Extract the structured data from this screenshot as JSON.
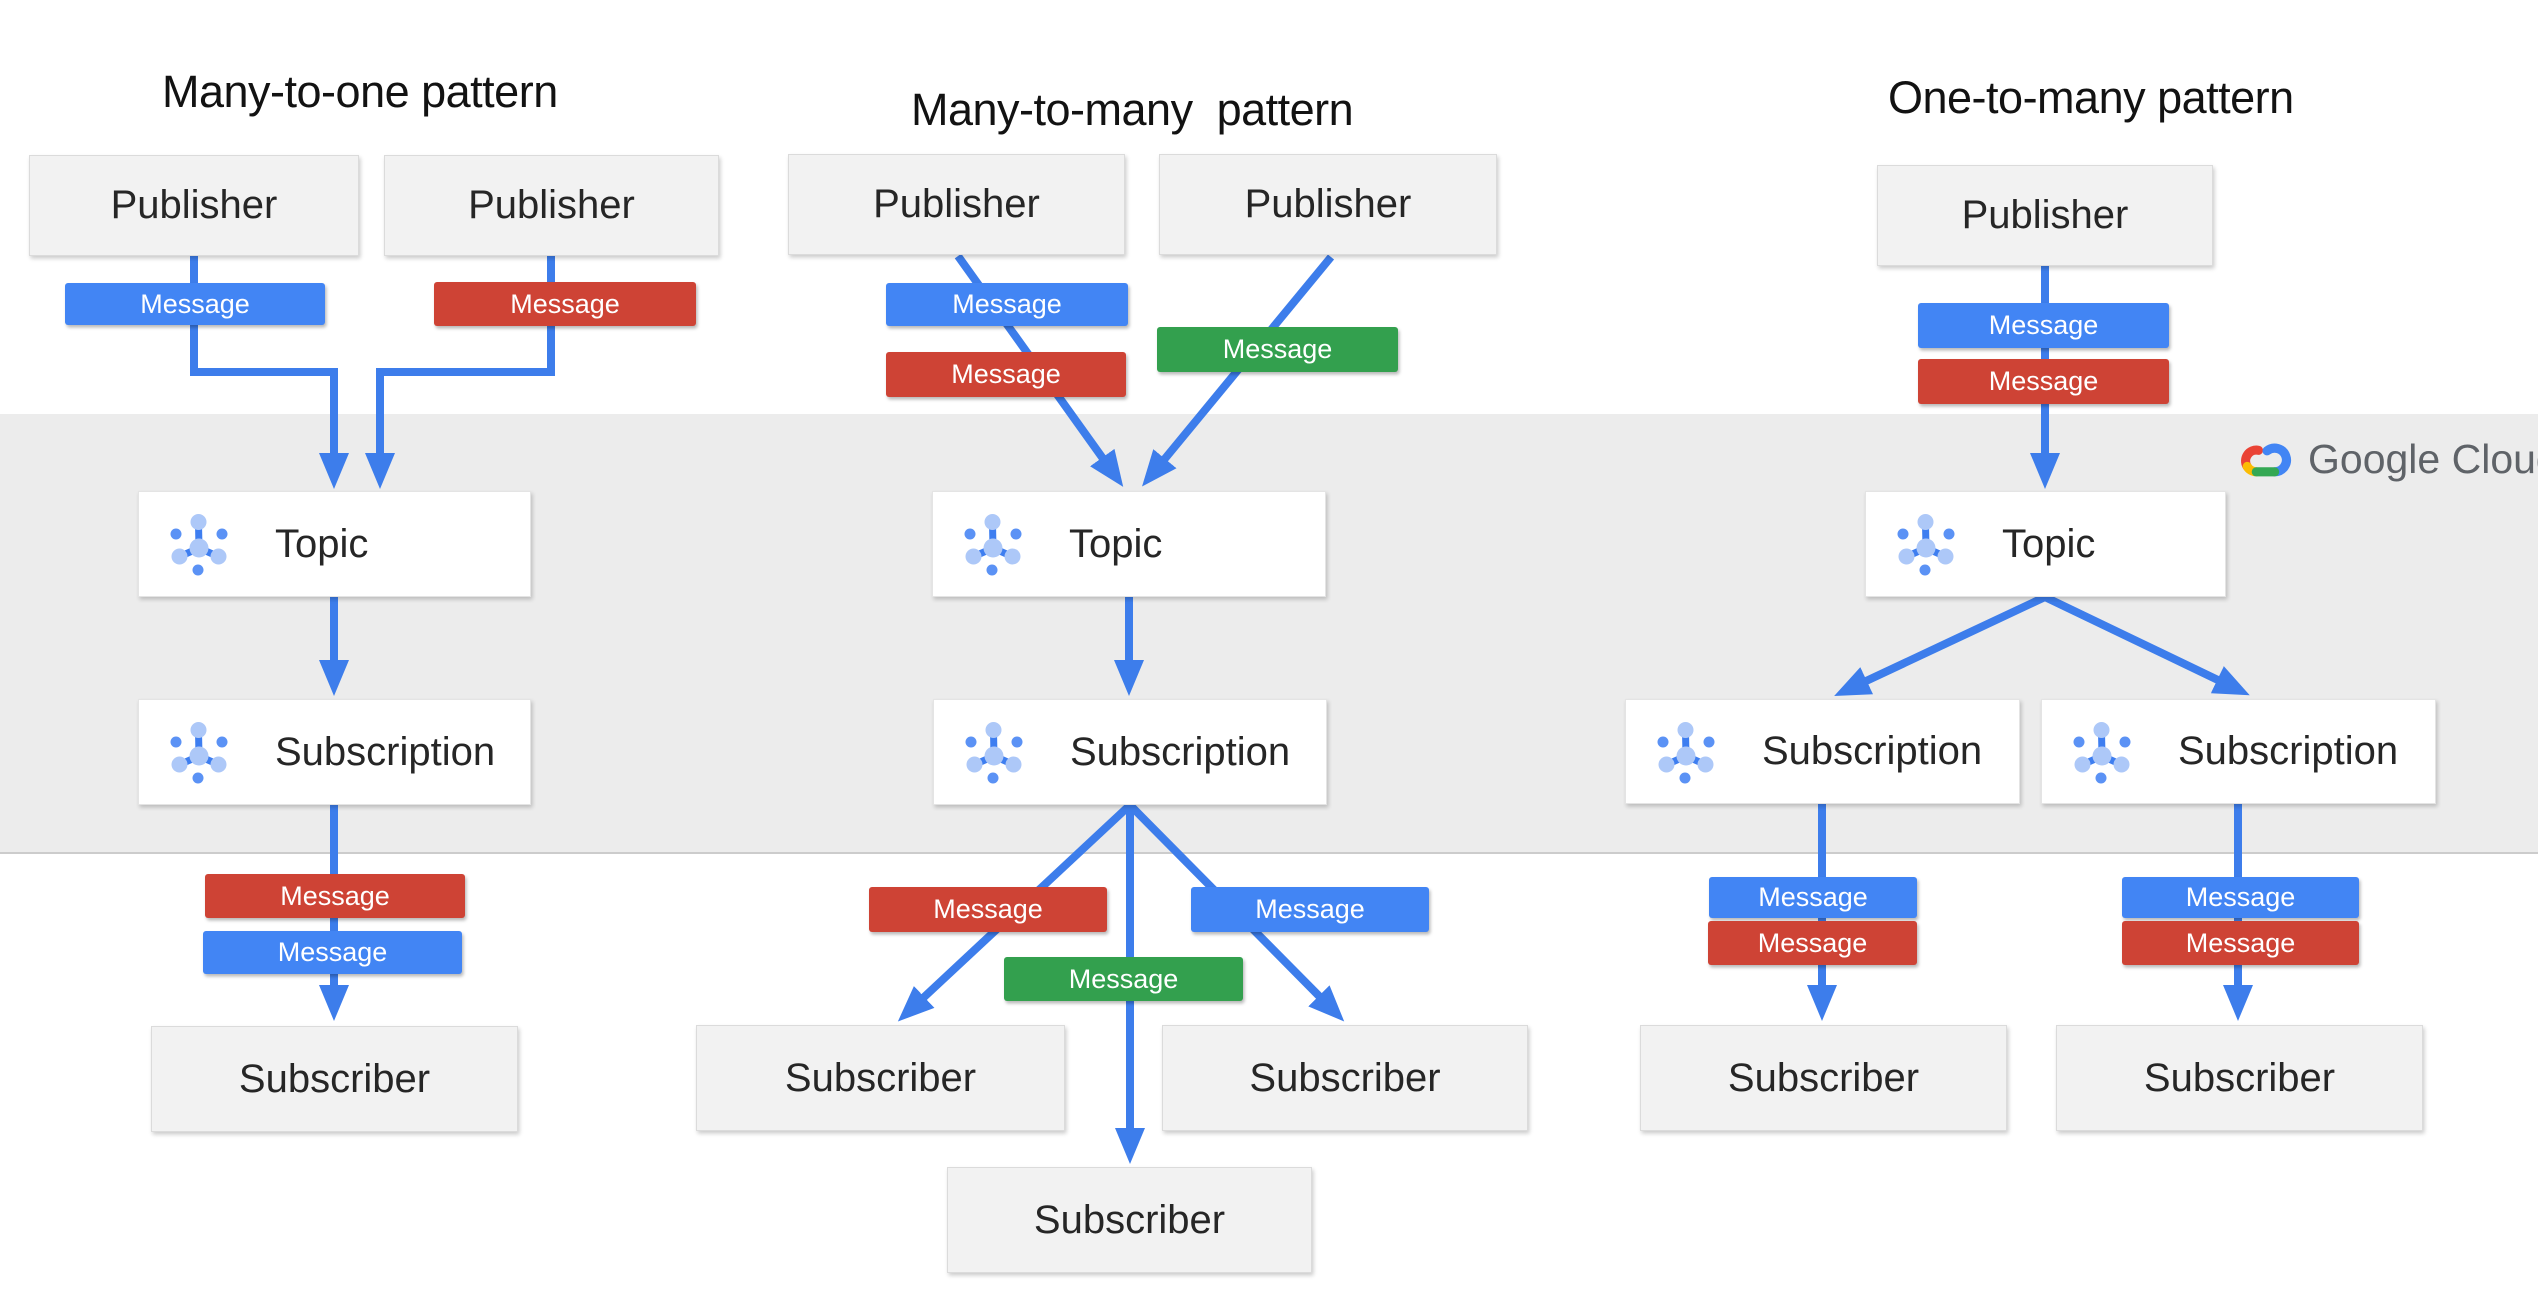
{
  "brand": {
    "name": "Google Cloud"
  },
  "palette": {
    "blue": "#4285F4",
    "red": "#CE4335",
    "green": "#33A04E",
    "arrow": "#3D7DEB",
    "grayBox": "#F2F2F2",
    "band": "#ECECEC",
    "label": "#262626",
    "title": "#121212",
    "brandText": "#5F6368",
    "iconLight": "#ADC8F8",
    "iconMedium": "#5B92F5"
  },
  "patterns": [
    {
      "title": "Many-to-one pattern",
      "publishers": [
        {
          "label": "Publisher"
        },
        {
          "label": "Publisher"
        }
      ],
      "published_messages": [
        {
          "label": "Message",
          "color": "blue"
        },
        {
          "label": "Message",
          "color": "red"
        }
      ],
      "topic": {
        "label": "Topic"
      },
      "subscriptions": [
        {
          "label": "Subscription"
        }
      ],
      "delivered_messages": [
        {
          "label": "Message",
          "color": "red"
        },
        {
          "label": "Message",
          "color": "blue"
        }
      ],
      "subscribers": [
        {
          "label": "Subscriber"
        }
      ]
    },
    {
      "title": "Many-to-many  pattern",
      "publishers": [
        {
          "label": "Publisher"
        },
        {
          "label": "Publisher"
        }
      ],
      "published_messages": [
        {
          "label": "Message",
          "color": "blue"
        },
        {
          "label": "Message",
          "color": "red"
        },
        {
          "label": "Message",
          "color": "green"
        }
      ],
      "topic": {
        "label": "Topic"
      },
      "subscriptions": [
        {
          "label": "Subscription"
        }
      ],
      "delivered_messages": [
        {
          "label": "Message",
          "color": "red"
        },
        {
          "label": "Message",
          "color": "blue"
        },
        {
          "label": "Message",
          "color": "green"
        }
      ],
      "subscribers": [
        {
          "label": "Subscriber"
        },
        {
          "label": "Subscriber"
        },
        {
          "label": "Subscriber"
        }
      ]
    },
    {
      "title": "One-to-many pattern",
      "publishers": [
        {
          "label": "Publisher"
        }
      ],
      "published_messages": [
        {
          "label": "Message",
          "color": "blue"
        },
        {
          "label": "Message",
          "color": "red"
        }
      ],
      "topic": {
        "label": "Topic"
      },
      "subscriptions": [
        {
          "label": "Subscription"
        },
        {
          "label": "Subscription"
        }
      ],
      "delivered_messages": [
        {
          "label": "Message",
          "color": "blue"
        },
        {
          "label": "Message",
          "color": "red"
        },
        {
          "label": "Message",
          "color": "blue"
        },
        {
          "label": "Message",
          "color": "red"
        }
      ],
      "subscribers": [
        {
          "label": "Subscriber"
        },
        {
          "label": "Subscriber"
        }
      ]
    }
  ]
}
